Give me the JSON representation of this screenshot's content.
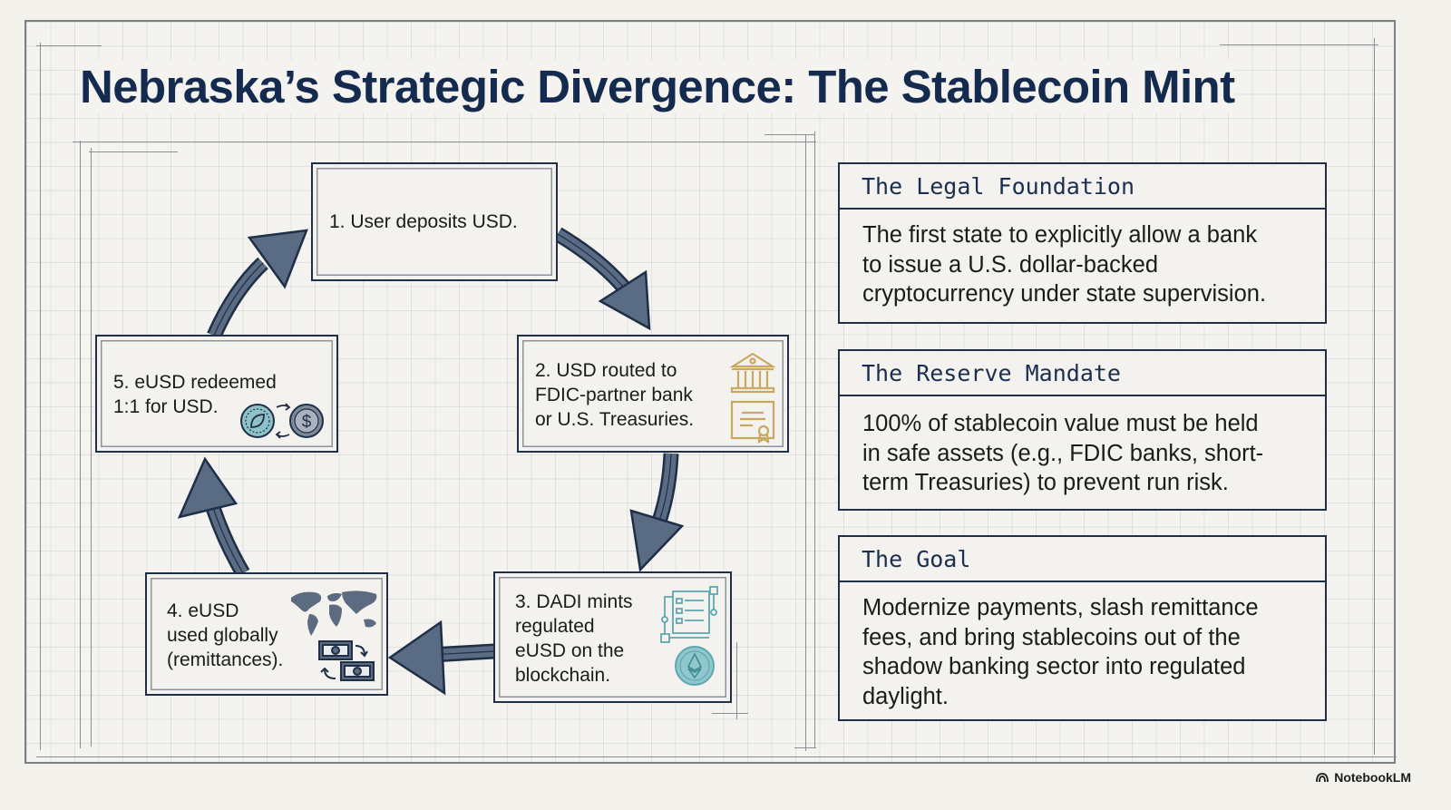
{
  "title": "Nebraska’s Strategic Divergence: The Stablecoin Mint",
  "cycle": {
    "steps": [
      {
        "label": "1. User deposits USD.",
        "icon": "none"
      },
      {
        "label_lines": [
          "2. USD routed to",
          "FDIC-partner bank",
          "or U.S. Treasuries."
        ],
        "icons": [
          "bank-building-icon",
          "certificate-icon"
        ]
      },
      {
        "label_lines": [
          "3. DADI mints",
          "regulated",
          "eUSD on the",
          "blockchain."
        ],
        "icons": [
          "ledger-network-icon",
          "ethereum-coin-icon"
        ]
      },
      {
        "label_lines": [
          "4. eUSD",
          "used globally",
          "(remittances)."
        ],
        "icons": [
          "world-map-icon",
          "cash-exchange-icon"
        ]
      },
      {
        "label_lines": [
          "5. eUSD redeemed",
          "1:1 for USD."
        ],
        "icons": [
          "coin-swap-icon",
          "dollar-coin-icon"
        ]
      }
    ],
    "arrow_color": "#5a6b84",
    "outline_color": "#1f2f47"
  },
  "cards": [
    {
      "heading": "The Legal Foundation",
      "body_lines": [
        "The first state to explicitly allow a bank",
        "to issue a U.S. dollar-backed",
        "cryptocurrency under state supervision."
      ]
    },
    {
      "heading": "The Reserve Mandate",
      "body_lines": [
        "100% of stablecoin value must be held",
        "in safe assets (e.g., FDIC banks, short-",
        "term Treasuries) to prevent run risk."
      ]
    },
    {
      "heading": "The Goal",
      "body_lines": [
        "Modernize payments, slash remittance",
        "fees, and bring stablecoins out of the",
        "shadow banking sector into regulated",
        "daylight."
      ]
    }
  ],
  "colors": {
    "title": "#142a4e",
    "gold_icon": "#c9a85f",
    "teal_icon": "#5fa7b0",
    "slate_icon": "#5c6b80"
  },
  "branding": {
    "label": "NotebookLM"
  }
}
